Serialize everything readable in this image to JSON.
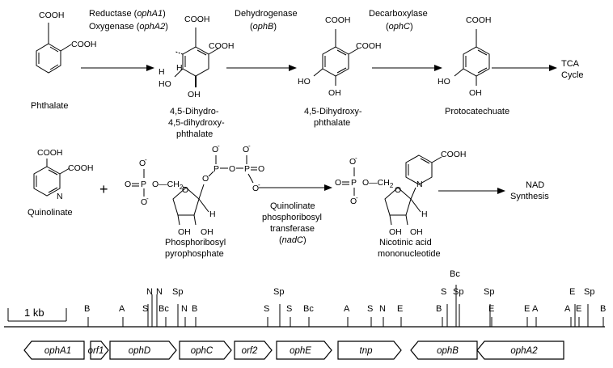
{
  "reactions": {
    "r1": {
      "line1": "Reductase (",
      "gene1": "ophA1",
      "close1": ")",
      "line2": "Oxygenase (",
      "gene2": "ophA2",
      "close2": ")"
    },
    "r2": {
      "line1": "Dehydrogenase",
      "open": "(",
      "gene": "ophB",
      "close": ")"
    },
    "r3": {
      "line1": "Decarboxylase",
      "open": "(",
      "gene": "ophC",
      "close": ")"
    },
    "r4": {
      "line1": "Quinolinate",
      "line2": "phosphoribosyl",
      "line3": "transferase",
      "open": "(",
      "gene": "nadC",
      "close": ")"
    }
  },
  "compounds": {
    "phthalate": "Phthalate",
    "dihydro": [
      "4,5-Dihydro-",
      "4,5-dihydroxy-",
      "phthalate"
    ],
    "dihydroxy": [
      "4,5-Dihydroxy-",
      "phthalate"
    ],
    "protocatechuate": "Protocatechuate",
    "tca": [
      "TCA",
      "Cycle"
    ],
    "quinolinate": "Quinolinate",
    "prpp": [
      "Phosphoribosyl",
      "pyrophosphate"
    ],
    "nicotinic": [
      "Nicotinic acid",
      "mononucleotide"
    ],
    "nad": [
      "NAD",
      "Synthesis"
    ]
  },
  "chem": {
    "cooh": "COOH",
    "oh": "OH",
    "ho": "HO",
    "h": "H",
    "o": "O",
    "p": "P",
    "n": "N",
    "ominus": "O",
    "minus": "-",
    "ch2": "O—CH",
    "two": "2",
    "plus": "+"
  },
  "map": {
    "scale_label": "1 kb",
    "sites": [
      "B",
      "A",
      "S",
      "N",
      "N",
      "Bc",
      "Sp",
      "N",
      "B",
      "S",
      "Sp",
      "S",
      "Bc",
      "A",
      "S",
      "N",
      "E",
      "B",
      "S",
      "Bc",
      "Sp",
      "Sp",
      "E",
      "E",
      "A",
      "A",
      "E",
      "E",
      "Sp",
      "B"
    ],
    "genes": [
      "ophA1",
      "orf1",
      "ophD",
      "ophC",
      "orf2",
      "ophE",
      "tnp",
      "ophB",
      "ophA2"
    ]
  }
}
